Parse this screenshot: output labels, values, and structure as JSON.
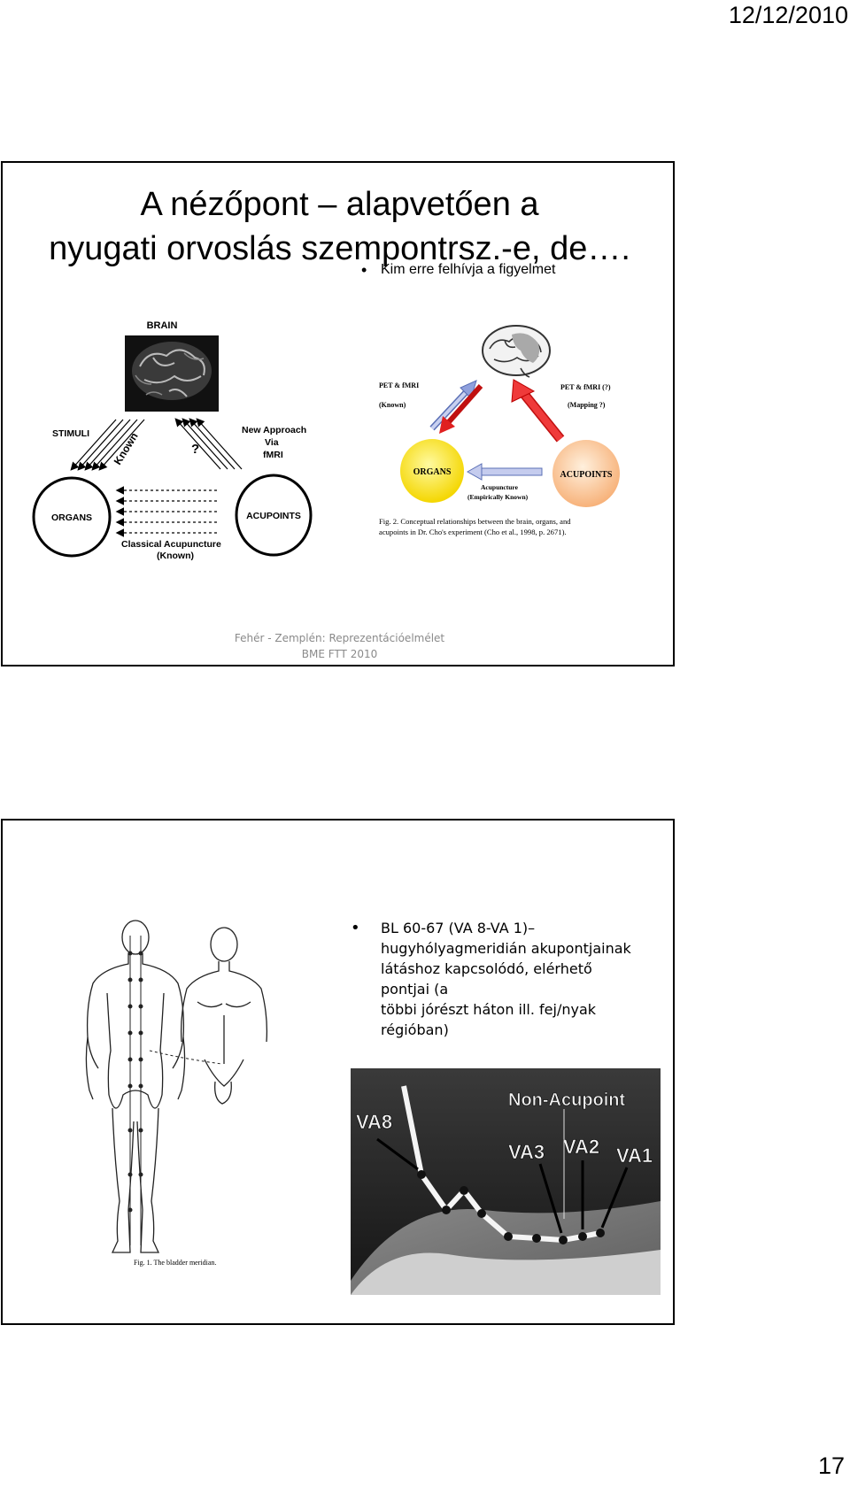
{
  "header": {
    "date": "12/12/2010"
  },
  "slide1": {
    "title_line1": "A nézőpont – alapvetően a",
    "title_line2": "nyugati orvoslás szempontrsz.-e, de….",
    "bullet": "Kim erre felhívja a figyelmet",
    "left_diagram": {
      "brain": "BRAIN",
      "stimuli": "STIMULI",
      "known": "Known",
      "question": "?",
      "new_approach_1": "New Approach",
      "new_approach_2": "Via",
      "new_approach_3": "fMRI",
      "organs": "ORGANS",
      "acupoints": "ACUPOINTS",
      "classical_1": "Classical Acupuncture",
      "classical_2": "(Known)"
    },
    "right_diagram": {
      "pet_left": "PET & fMRI",
      "known": "(Known)",
      "pet_right": "PET & fMRI (?)",
      "mapping": "(Mapping ?)",
      "organs": "ORGANS",
      "acupoints": "ACUPOINTS",
      "acupuncture_1": "Acupuncture",
      "acupuncture_2": "(Empirically Known)",
      "caption_1": "Fig. 2. Conceptual relationships between the brain, organs, and",
      "caption_2": "acupoints in Dr. Cho's experiment (Cho et al., 1998, p. 2671)."
    },
    "footer_line1": "Fehér - Zemplén: Reprezentációelmélet",
    "footer_line2": "BME FTT 2010"
  },
  "slide2": {
    "bullet_lines": [
      "BL 60-67 (VA 8-VA 1)–",
      "hugyhólyagmeridián akupontjainak",
      "látáshoz kapcsolódó, elérhető pontjai (a",
      "többi jórészt háton ill. fej/nyak",
      "régióban)"
    ],
    "figure_caption": "Fig. 1. The bladder meridian.",
    "photo": {
      "non_acupoint": "Non-Acupoint",
      "va8": "VA8",
      "va3": "VA3",
      "va2": "VA2",
      "va1": "VA1"
    }
  },
  "page_number": "17"
}
